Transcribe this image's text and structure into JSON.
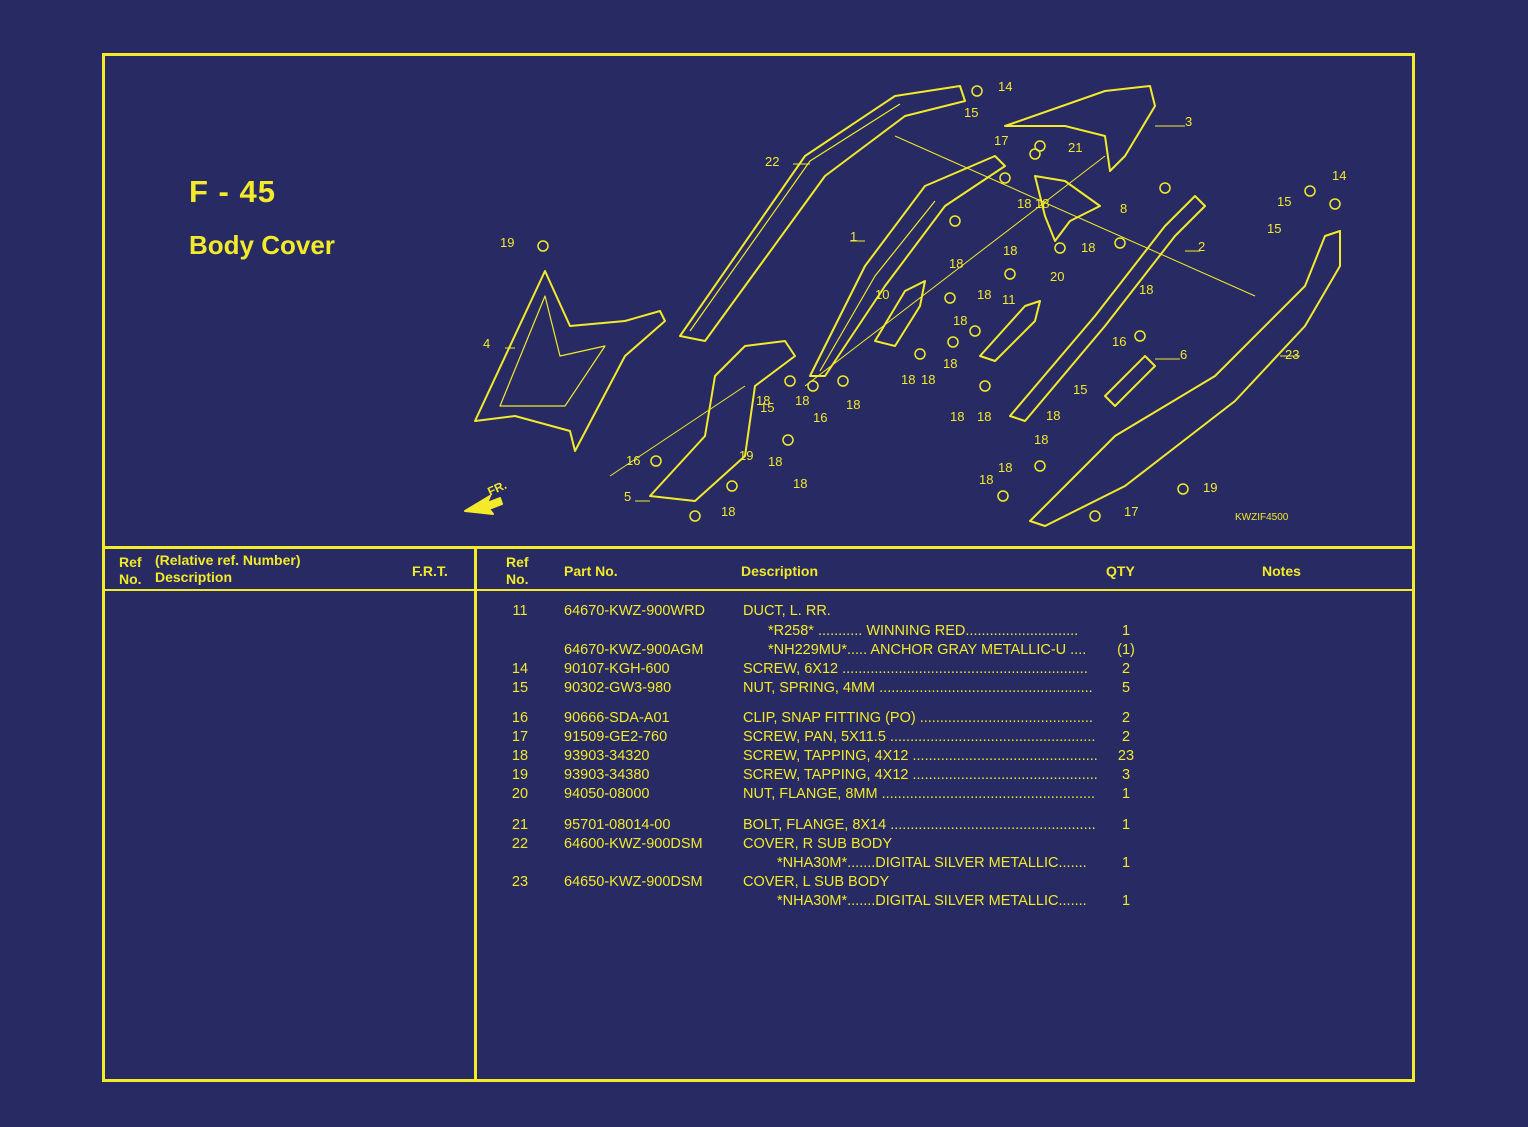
{
  "figure": {
    "code": "F - 45",
    "title": "Body Cover",
    "drawing_code": "KWZIF4500",
    "direction_label": "FR."
  },
  "callouts": [
    "1",
    "2",
    "3",
    "4",
    "5",
    "6",
    "8",
    "10",
    "11",
    "14",
    "14",
    "15",
    "15",
    "15",
    "15",
    "15",
    "16",
    "16",
    "16",
    "17",
    "17",
    "18",
    "18",
    "18",
    "18",
    "18",
    "18",
    "18",
    "18",
    "18",
    "18",
    "18",
    "18",
    "18",
    "18",
    "18",
    "18",
    "18",
    "18",
    "18",
    "18",
    "18",
    "18",
    "18",
    "19",
    "19",
    "19",
    "20",
    "21",
    "22",
    "23"
  ],
  "left_header": {
    "ref_line1": "Ref",
    "ref_line2": "No.",
    "desc_line1": "(Relative ref. Number)",
    "desc_line2": "Description",
    "frt": "F.R.T."
  },
  "right_header": {
    "ref_line1": "Ref",
    "ref_line2": "No.",
    "part_no": "Part No.",
    "description": "Description",
    "qty": "QTY",
    "notes": "Notes"
  },
  "parts": [
    {
      "ref": "11",
      "part_no": "64670-KWZ-900WRD",
      "description": "DUCT, L. RR.",
      "qty": ""
    },
    {
      "ref": "",
      "part_no": "",
      "description": "*R258* ........... WINNING RED............................",
      "qty": "1"
    },
    {
      "ref": "",
      "part_no": "64670-KWZ-900AGM",
      "description": "*NH229MU*..... ANCHOR GRAY METALLIC-U ....",
      "qty": "(1)"
    },
    {
      "ref": "14",
      "part_no": "90107-KGH-600",
      "description": "SCREW, 6X12 .............................................................",
      "qty": "2"
    },
    {
      "ref": "15",
      "part_no": "90302-GW3-980",
      "description": "NUT, SPRING, 4MM .....................................................",
      "qty": "5"
    },
    {
      "ref": "16",
      "part_no": "90666-SDA-A01",
      "description": "CLIP, SNAP FITTING (PO) ...........................................",
      "qty": "2"
    },
    {
      "ref": "17",
      "part_no": "91509-GE2-760",
      "description": "SCREW, PAN, 5X11.5 ...................................................",
      "qty": "2"
    },
    {
      "ref": "18",
      "part_no": "93903-34320",
      "description": "SCREW, TAPPING, 4X12 ..............................................",
      "qty": "23"
    },
    {
      "ref": "19",
      "part_no": "93903-34380",
      "description": "SCREW, TAPPING, 4X12 ..............................................",
      "qty": "3"
    },
    {
      "ref": "20",
      "part_no": "94050-08000",
      "description": "NUT, FLANGE, 8MM .....................................................",
      "qty": "1"
    },
    {
      "ref": "21",
      "part_no": "95701-08014-00",
      "description": "BOLT, FLANGE, 8X14 ...................................................",
      "qty": "1"
    },
    {
      "ref": "22",
      "part_no": "64600-KWZ-900DSM",
      "description": "COVER, R SUB BODY",
      "qty": ""
    },
    {
      "ref": "",
      "part_no": "",
      "description": "*NHA30M*.......DIGITAL SILVER METALLIC.......",
      "qty": "1"
    },
    {
      "ref": "23",
      "part_no": "64650-KWZ-900DSM",
      "description": "COVER, L SUB BODY",
      "qty": ""
    },
    {
      "ref": "",
      "part_no": "",
      "description": "*NHA30M*.......DIGITAL SILVER METALLIC.......",
      "qty": "1"
    }
  ],
  "colors": {
    "background": "#272a63",
    "line": "#f3ea2a"
  }
}
